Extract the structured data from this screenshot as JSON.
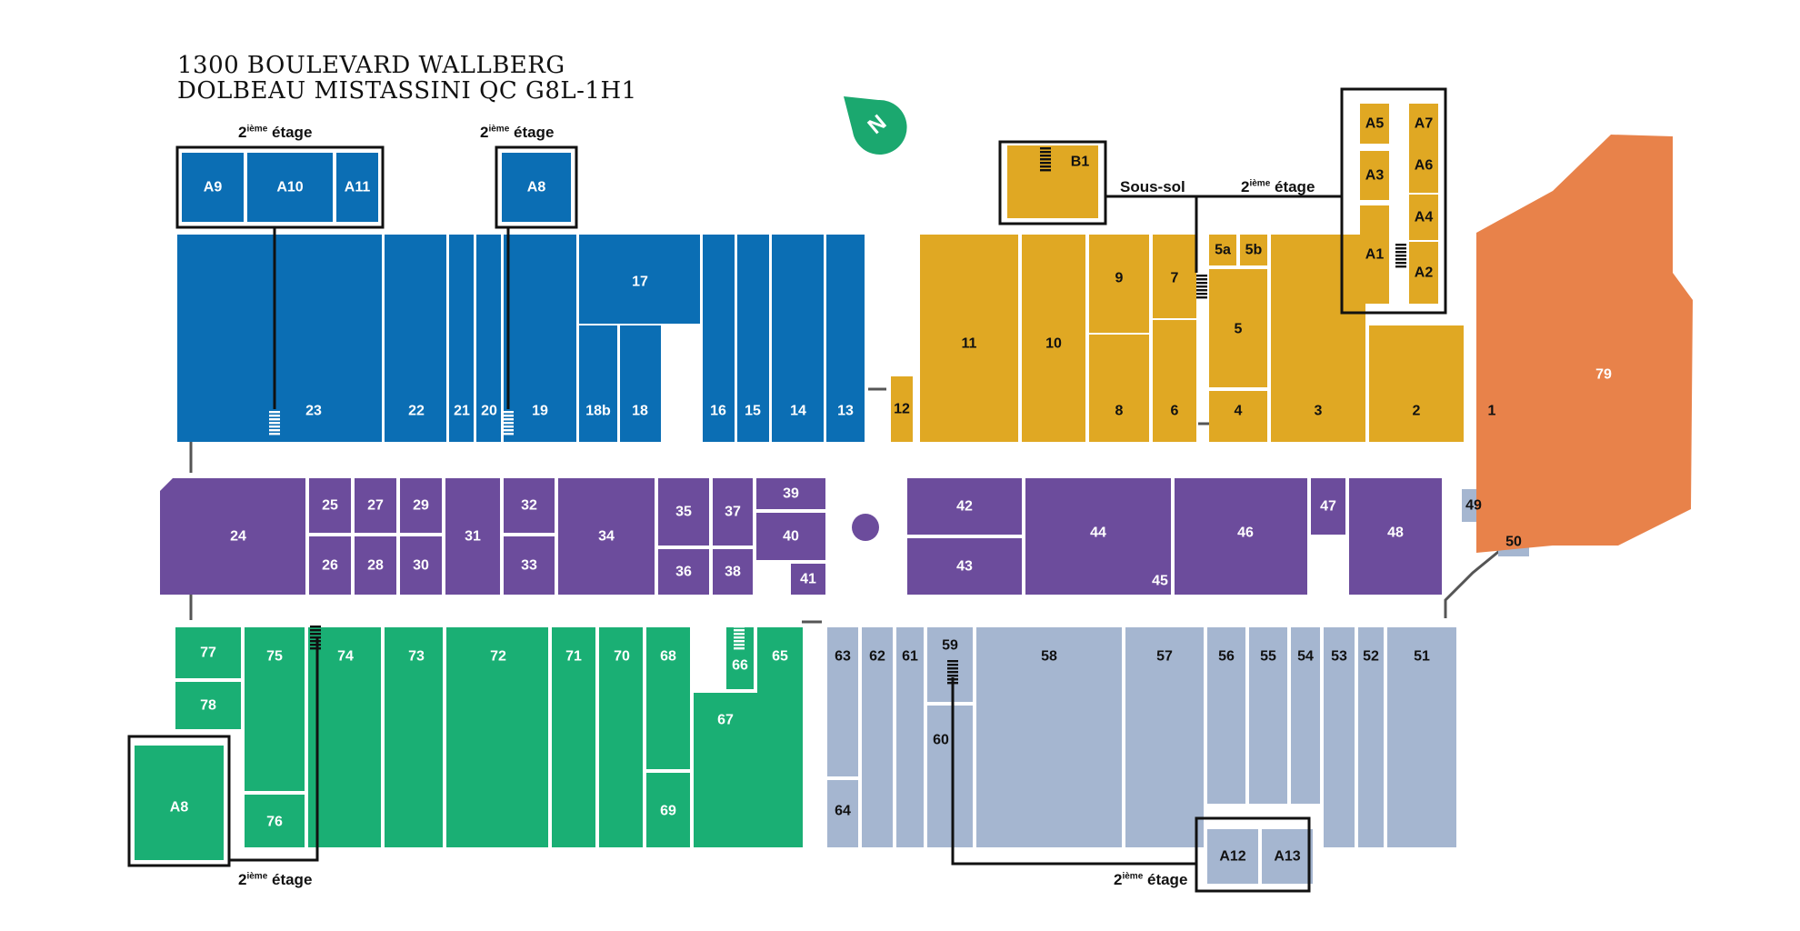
{
  "address": {
    "line1": "1300 BOULEVARD WALLBERG",
    "line2": "DOLBEAU MISTASSINI QC G8L-1H1"
  },
  "compass": {
    "letter": "N",
    "icon": "north-arrow-icon",
    "color": "#1ba86f"
  },
  "floor_labels": {
    "second_prefix": "2",
    "second_sup": "ième",
    "second_suffix": " étage",
    "basement": "Sous-sol"
  },
  "colors": {
    "blue": "#0b6eb4",
    "purple": "#6c4c9c",
    "green": "#1aaf74",
    "gray": "#a5b6d0",
    "yellow": "#e0a823",
    "orange": "#e8824a"
  },
  "units": {
    "blue": [
      "A9",
      "A10",
      "A11",
      "A8",
      "23",
      "22",
      "21",
      "20",
      "19",
      "18b",
      "18",
      "17",
      "16",
      "15",
      "14",
      "13"
    ],
    "yellow": [
      "B1",
      "A5",
      "A7",
      "A3",
      "A6",
      "A4",
      "A1",
      "A2",
      "12",
      "11",
      "10",
      "9",
      "7",
      "8",
      "6",
      "5a",
      "5b",
      "5",
      "4",
      "3",
      "2",
      "1"
    ],
    "orange": [
      "79"
    ],
    "purple": [
      "24",
      "25",
      "27",
      "29",
      "26",
      "28",
      "30",
      "31",
      "32",
      "33",
      "34",
      "35",
      "37",
      "36",
      "38",
      "39",
      "40",
      "41",
      "42",
      "43",
      "44",
      "45",
      "46",
      "47",
      "48"
    ],
    "gray": [
      "49",
      "50",
      "63",
      "62",
      "61",
      "59",
      "58",
      "57",
      "56",
      "55",
      "54",
      "53",
      "52",
      "51",
      "60",
      "64",
      "A12",
      "A13"
    ],
    "green": [
      "77",
      "75",
      "74",
      "73",
      "72",
      "71",
      "70",
      "68",
      "66",
      "65",
      "78",
      "67",
      "69",
      "76",
      "A8"
    ]
  }
}
